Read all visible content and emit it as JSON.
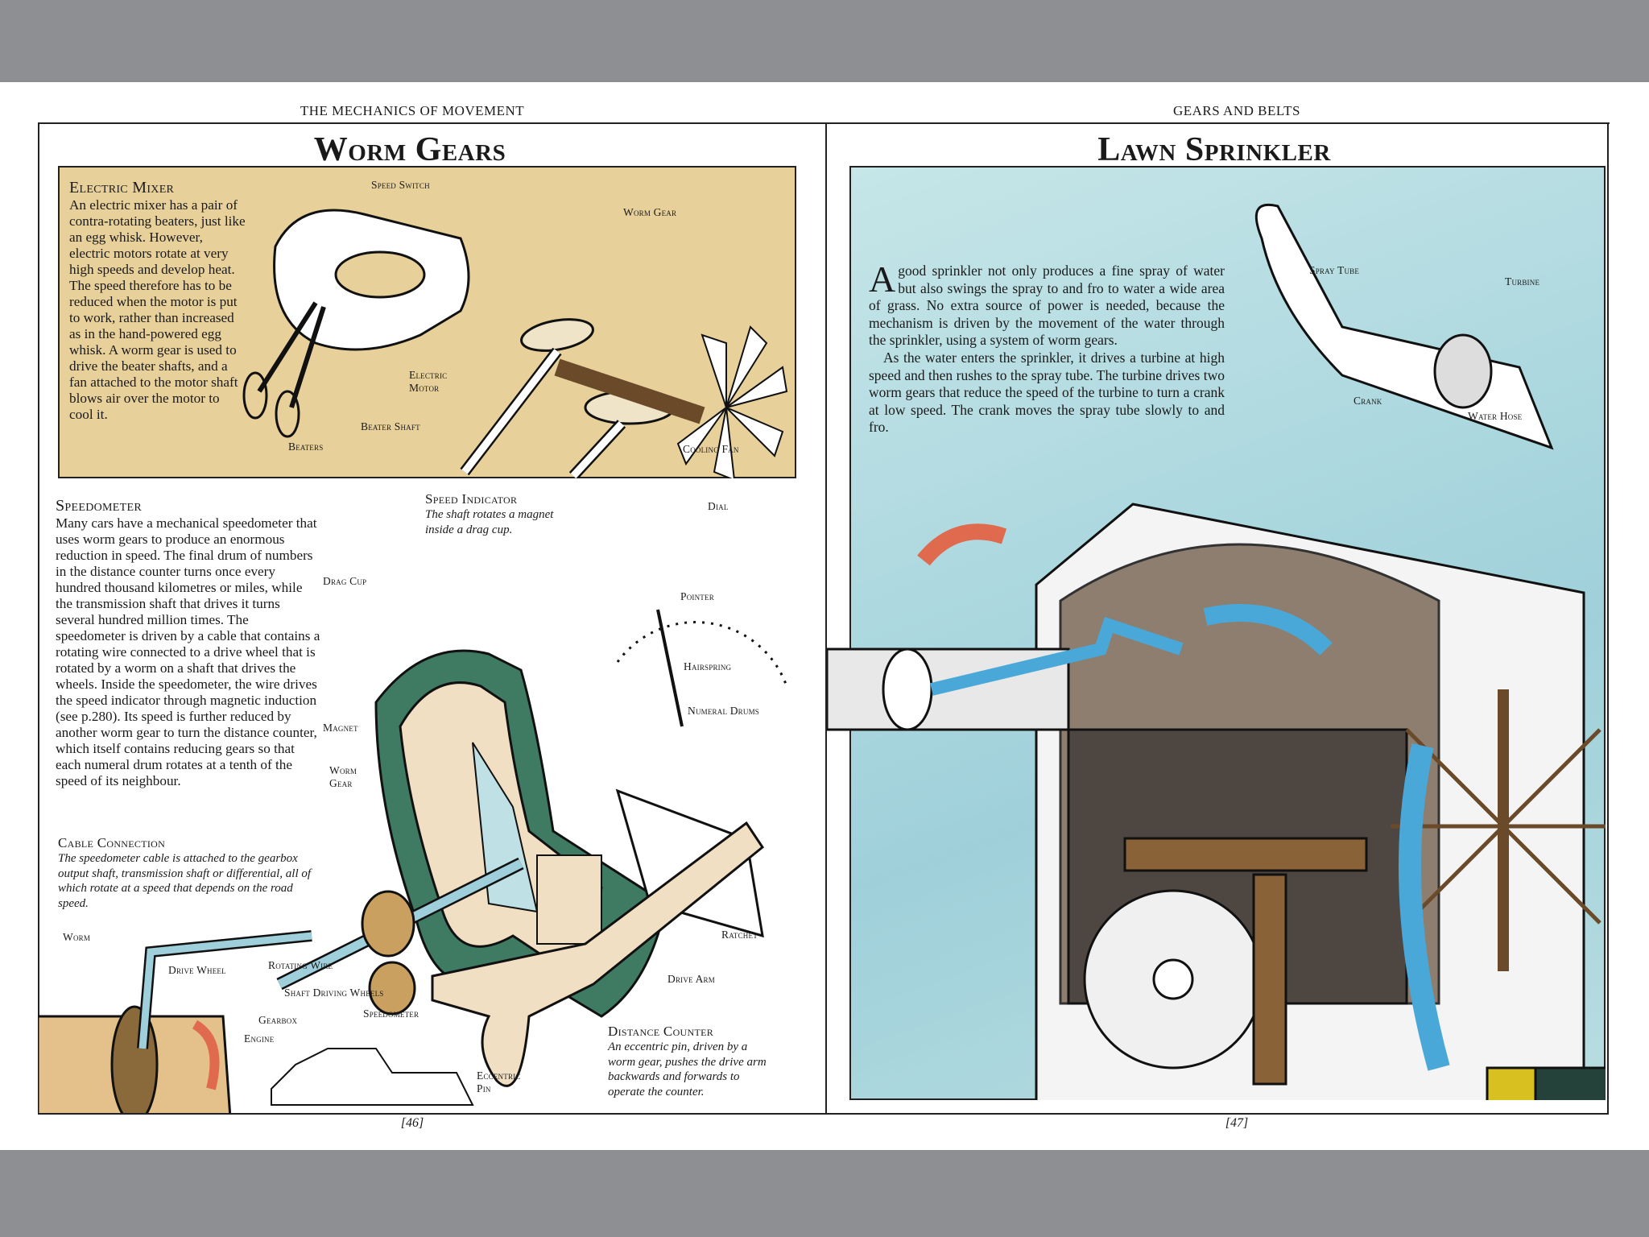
{
  "left_page": {
    "running_head": "THE MECHANICS OF MOVEMENT",
    "title": "Worm Gears",
    "page_number": "[46]",
    "electric_mixer": {
      "heading": "Electric Mixer",
      "text": "An electric mixer has a pair of contra-rotating beaters, just like an egg whisk. However, electric motors rotate at very high speeds and develop heat. The speed therefore has to be reduced when the motor is put to work, rather than increased as in the hand-powered egg whisk. A worm gear is used to drive the beater shafts, and a fan attached to the motor shaft blows air over the motor to cool it."
    },
    "speedometer": {
      "heading": "Speedometer",
      "text": "Many cars have a mechanical speedometer that uses worm gears to produce an enormous reduction in speed. The final drum of numbers in the distance counter turns once every hundred thousand kilometres or miles, while the transmission shaft that drives it turns several hundred million times. The speedometer is driven by a cable that contains a rotating wire connected to a drive wheel that is rotated by a worm on a shaft that drives the wheels. Inside the speedometer, the wire drives the speed indicator through magnetic induction (see p.280). Its speed is further reduced by another worm gear to turn the distance counter, which itself contains reducing gears so that each numeral drum rotates at a tenth of the speed of its neighbour."
    },
    "cable_connection": {
      "heading": "Cable Connection",
      "text": "The speedometer cable is attached to the gearbox output shaft, transmission shaft or differential, all of which rotate at a speed that depends on the road speed."
    },
    "speed_indicator": {
      "heading": "Speed Indicator",
      "text": "The shaft rotates a magnet inside a drag cup."
    },
    "distance_counter": {
      "heading": "Distance Counter",
      "text": "An eccentric pin, driven by a worm gear, pushes the drive arm backwards and forwards to operate the counter."
    },
    "labels": {
      "speed_switch": "Speed Switch",
      "worm_gear_top": "Worm Gear",
      "electric_motor": "Electric Motor",
      "beater_shaft": "Beater Shaft",
      "beaters": "Beaters",
      "cooling_fan": "Cooling Fan",
      "dial": "Dial",
      "pointer": "Pointer",
      "drag_cup": "Drag Cup",
      "hairspring": "Hairspring",
      "numeral_drums": "Numeral Drums",
      "magnet": "Magnet",
      "worm_gear": "Worm Gear",
      "ratchet": "Ratchet",
      "drive_arm": "Drive Arm",
      "worm": "Worm",
      "drive_wheel": "Drive Wheel",
      "rotating_wire": "Rotating Wire",
      "shaft_driving_wheels": "Shaft Driving Wheels",
      "gearbox": "Gearbox",
      "speedometer": "Speedometer",
      "engine": "Engine",
      "eccentric_pin": "Eccentric Pin"
    }
  },
  "right_page": {
    "running_head": "GEARS AND BELTS",
    "title": "Lawn Sprinkler",
    "page_number": "[47]",
    "drop_cap": "A",
    "para1": "good sprinkler not only produces a fine spray of water but also swings the spray to and fro to water a wide area of grass. No extra source of power is needed, because the mechanism is driven by the movement of the water through the sprinkler, using a system of worm gears.",
    "para2": "As the water enters the sprinkler, it drives a turbine at high speed and then rushes to the spray tube. The turbine drives two worm gears that reduce the speed of the turbine to turn a crank at low speed. The crank moves the spray tube slowly to and fro.",
    "labels": {
      "spray_tube": "Spray Tube",
      "turbine": "Turbine",
      "crank": "Crank",
      "water_hose": "Water Hose"
    }
  },
  "colors": {
    "tan_panel": "#e8d09a",
    "sky_panel": "#a9d6dc",
    "water_arrow": "#4aa8d8",
    "rotation_arrow": "#e06a4e",
    "drum_green": "#3f7a62"
  }
}
